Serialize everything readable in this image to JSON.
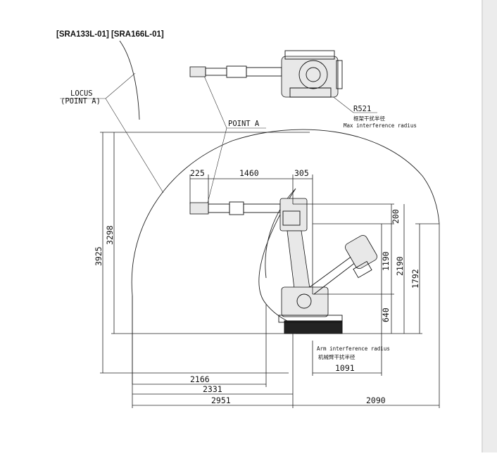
{
  "title": "[SRA133L-01]  [SRA166L-01]",
  "labels": {
    "locus": "LOCUS",
    "point_a_paren": "(POINT A)",
    "point_a": "POINT A",
    "r521": "R521",
    "frame_cn": "框架干扰半径",
    "max_interference": "Max interference radius",
    "arm_interference": "Arm interference radius",
    "arm_cn": "机械臂干扰半径"
  },
  "dimensions": {
    "d225": "225",
    "d1460": "1460",
    "d305": "305",
    "d200": "200",
    "d1190": "1190",
    "d2190": "2190",
    "d1792": "1792",
    "d640": "640",
    "d3298": "3298",
    "d3925": "3925",
    "d1091": "1091",
    "d2166": "2166",
    "d2331": "2331",
    "d2951": "2951",
    "d2090": "2090"
  },
  "colors": {
    "line": "#222222",
    "background": "#ffffff"
  }
}
